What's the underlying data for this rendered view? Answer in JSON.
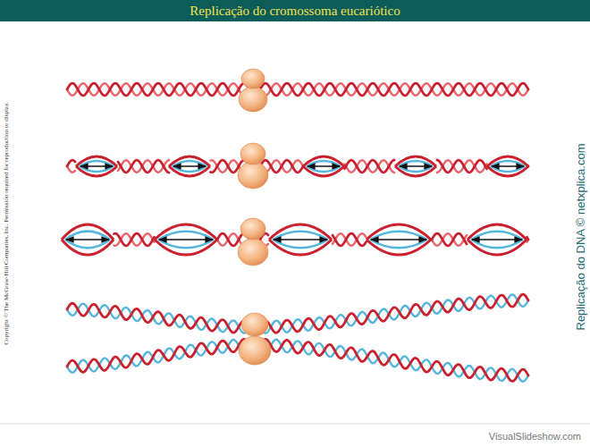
{
  "diagram": {
    "title": "Replicação do cromossoma eucariótico",
    "labels": [
      "Copyright © The McGraw-Hill Companies, Inc. Permission required for reproduction or display.",
      "Replicação do DNA © netxplica.com",
      "VisualSlideshow.com"
    ]
  }
}
